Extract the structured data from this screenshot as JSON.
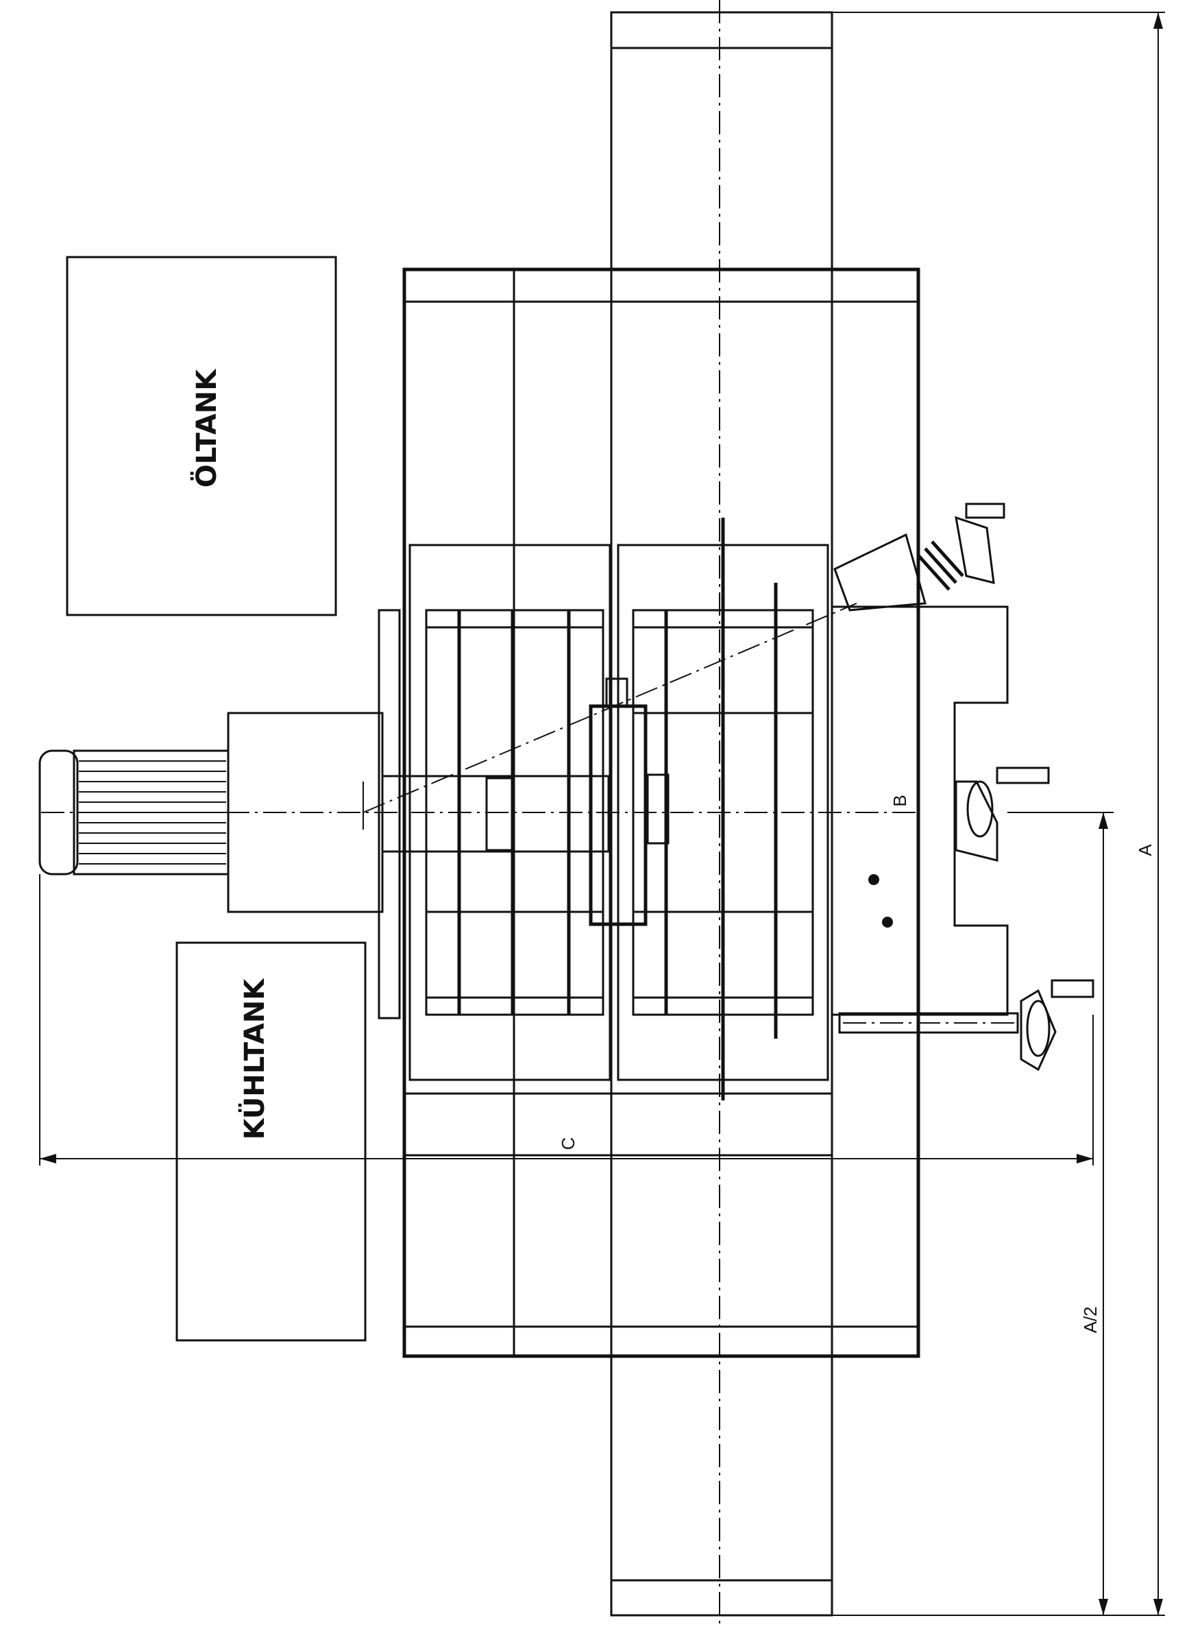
{
  "labels": {
    "oil_tank": "ÖLTANK",
    "coolant_tank": "KÜHLTANK",
    "dimension_a": "A",
    "dimension_a_half": "A/2",
    "dimension_b": "B",
    "dimension_c": "C"
  },
  "colors": {
    "line": "#111111",
    "background": "#ffffff"
  }
}
